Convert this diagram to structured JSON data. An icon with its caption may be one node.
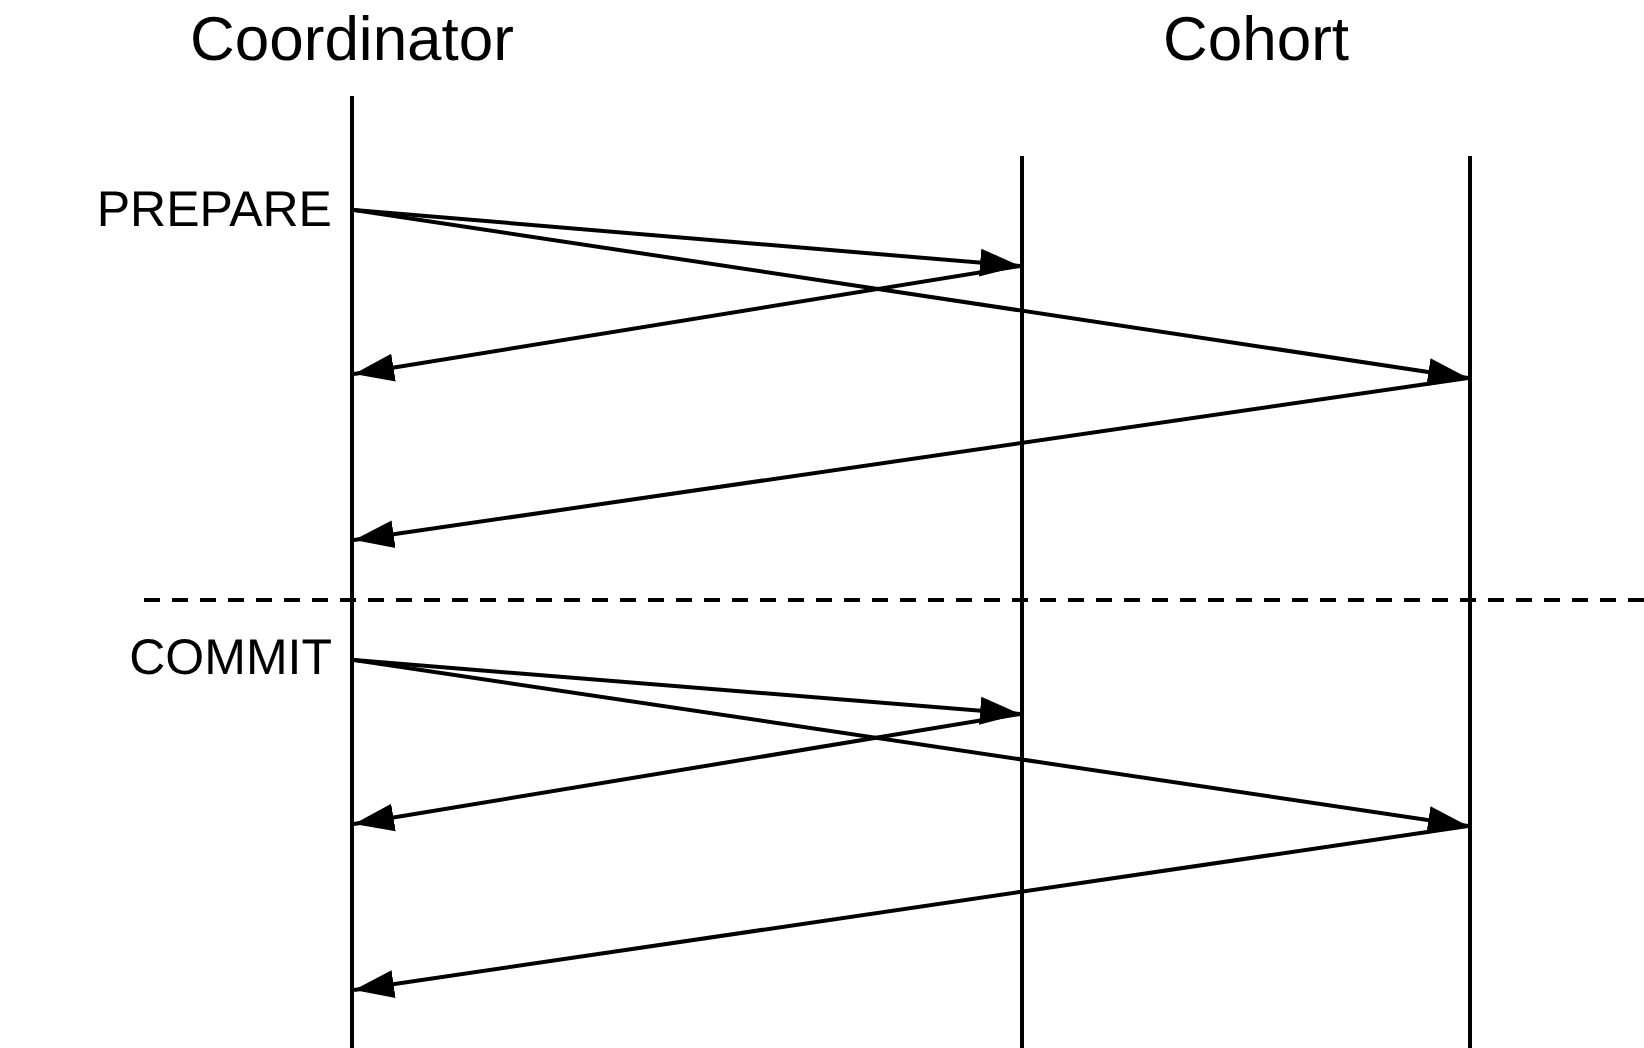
{
  "diagram": {
    "nodes": [
      {
        "text": [],
        "shape": "bar"
      },
      {
        "text": [],
        "shape": "bar"
      },
      {
        "text": [],
        "shape": "bar"
      }
    ],
    "edges": [
      {
        "from": 0,
        "to": 1,
        "arrow": "to"
      },
      {
        "from": 0,
        "to": 2,
        "arrow": "to"
      },
      {
        "from": 1,
        "to": 0,
        "arrow": "to"
      },
      {
        "from": 2,
        "to": 0,
        "arrow": "to"
      },
      {
        "from": 0,
        "to": 1,
        "arrow": "to"
      },
      {
        "from": 0,
        "to": 2,
        "arrow": "to"
      },
      {
        "from": 1,
        "to": 0,
        "arrow": "to"
      },
      {
        "from": 2,
        "to": 0,
        "arrow": "to"
      }
    ],
    "labels": [
      "Coordinator",
      "Cohort",
      "PREPARE",
      "COMMIT"
    ]
  }
}
